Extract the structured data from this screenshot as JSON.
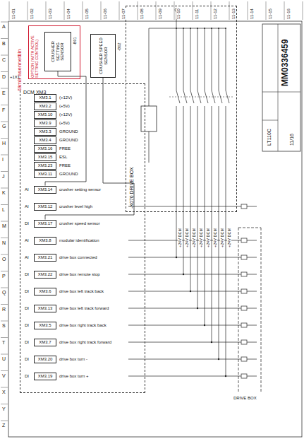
{
  "diagram": {
    "nodes": [
      {
        "text": [
          "OPTION (WITH ACTIVE SETTING CONTROL)"
        ]
      },
      {
        "text": [
          "CRUSHER SETTING SENSOR"
        ],
        "in": 0
      },
      {
        "text": [
          "CRUSHER SPEED SENSOR"
        ]
      },
      {
        "text": [
          "-X070 DRIVE BOX"
        ]
      },
      {
        "text": [
          "DCM XM3"
        ]
      },
      {
        "text": [
          "XM3.1"
        ],
        "in": 4
      },
      {
        "text": [
          "XM3.2"
        ],
        "in": 4
      },
      {
        "text": [
          "XM3.10"
        ],
        "in": 4
      },
      {
        "text": [
          "XM3.9"
        ],
        "in": 4
      },
      {
        "text": [
          "XM3.3"
        ],
        "in": 4
      },
      {
        "text": [
          "XM3.4"
        ],
        "in": 4
      },
      {
        "text": [
          "XM3.16"
        ],
        "in": 4
      },
      {
        "text": [
          "XM3.15"
        ],
        "in": 4
      },
      {
        "text": [
          "XM3.23"
        ],
        "in": 4
      },
      {
        "text": [
          "XM3.11"
        ],
        "in": 4
      },
      {
        "text": [
          "XM3.14"
        ],
        "in": 4
      },
      {
        "text": [
          "XM3.12"
        ],
        "in": 4
      },
      {
        "text": [
          "XM3.17"
        ],
        "in": 4
      },
      {
        "text": [
          "XM3.8"
        ],
        "in": 4
      },
      {
        "text": [
          "XM3.21"
        ],
        "in": 4
      },
      {
        "text": [
          "XM3.22"
        ],
        "in": 4
      },
      {
        "text": [
          "XM3.6"
        ],
        "in": 4
      },
      {
        "text": [
          "XM3.13"
        ],
        "in": 4
      },
      {
        "text": [
          "XM3.5"
        ],
        "in": 4
      },
      {
        "text": [
          "XM3.7"
        ],
        "in": 4
      },
      {
        "text": [
          "XM3.20"
        ],
        "in": 4
      },
      {
        "text": [
          "XM3.19"
        ],
        "in": 4
      }
    ],
    "edges": [
      {
        "from": 1,
        "to": 15,
        "arrow": "none"
      },
      {
        "from": 2,
        "to": 17,
        "arrow": "none"
      }
    ],
    "labels": [
      "tämä asennettiin",
      "-B01",
      "-B02",
      "11-01",
      "11-02",
      "11-03",
      "11-04",
      "11-05",
      "11-06",
      "11-07",
      "11-08",
      "11-09",
      "11-10",
      "11-11",
      "11-12",
      "11-13",
      "11-14",
      "11-15",
      "11-16",
      "A",
      "B",
      "C",
      "D",
      "E",
      "F",
      "G",
      "H",
      "I",
      "J",
      "K",
      "L",
      "M",
      "N",
      "O",
      "P",
      "Q",
      "R",
      "S",
      "T",
      "U",
      "V",
      "X",
      "Y",
      "Z",
      "+1X1",
      "(+12V)",
      "(+5V)",
      "(+12V)",
      "(+5V)",
      "GROUND",
      "GROUND",
      "FREE",
      "ESL",
      "FREE",
      "GROUND",
      "AI",
      "AI",
      "DI",
      "AI",
      "AI",
      "DI",
      "DI",
      "DI",
      "DI",
      "DI",
      "DI",
      "DI",
      "crusher setting sensor",
      "crusher level high",
      "crusher speed sensor",
      "modular identification",
      "drive box connected",
      "drive box remote stop",
      "drive box left track back",
      "drive box left track forward",
      "drive box right track back",
      "drive box right track forward",
      "drive box turn -",
      "drive box turn +",
      "+24V DCM",
      "+24V DCM",
      "+24V DCM",
      "+24V DCM",
      "+24V DCM",
      "+24V DCM",
      "+24V DCM",
      "+24V DCM",
      "DRIVE BOX",
      "MM0336459",
      "LT110C",
      "11/16"
    ]
  }
}
